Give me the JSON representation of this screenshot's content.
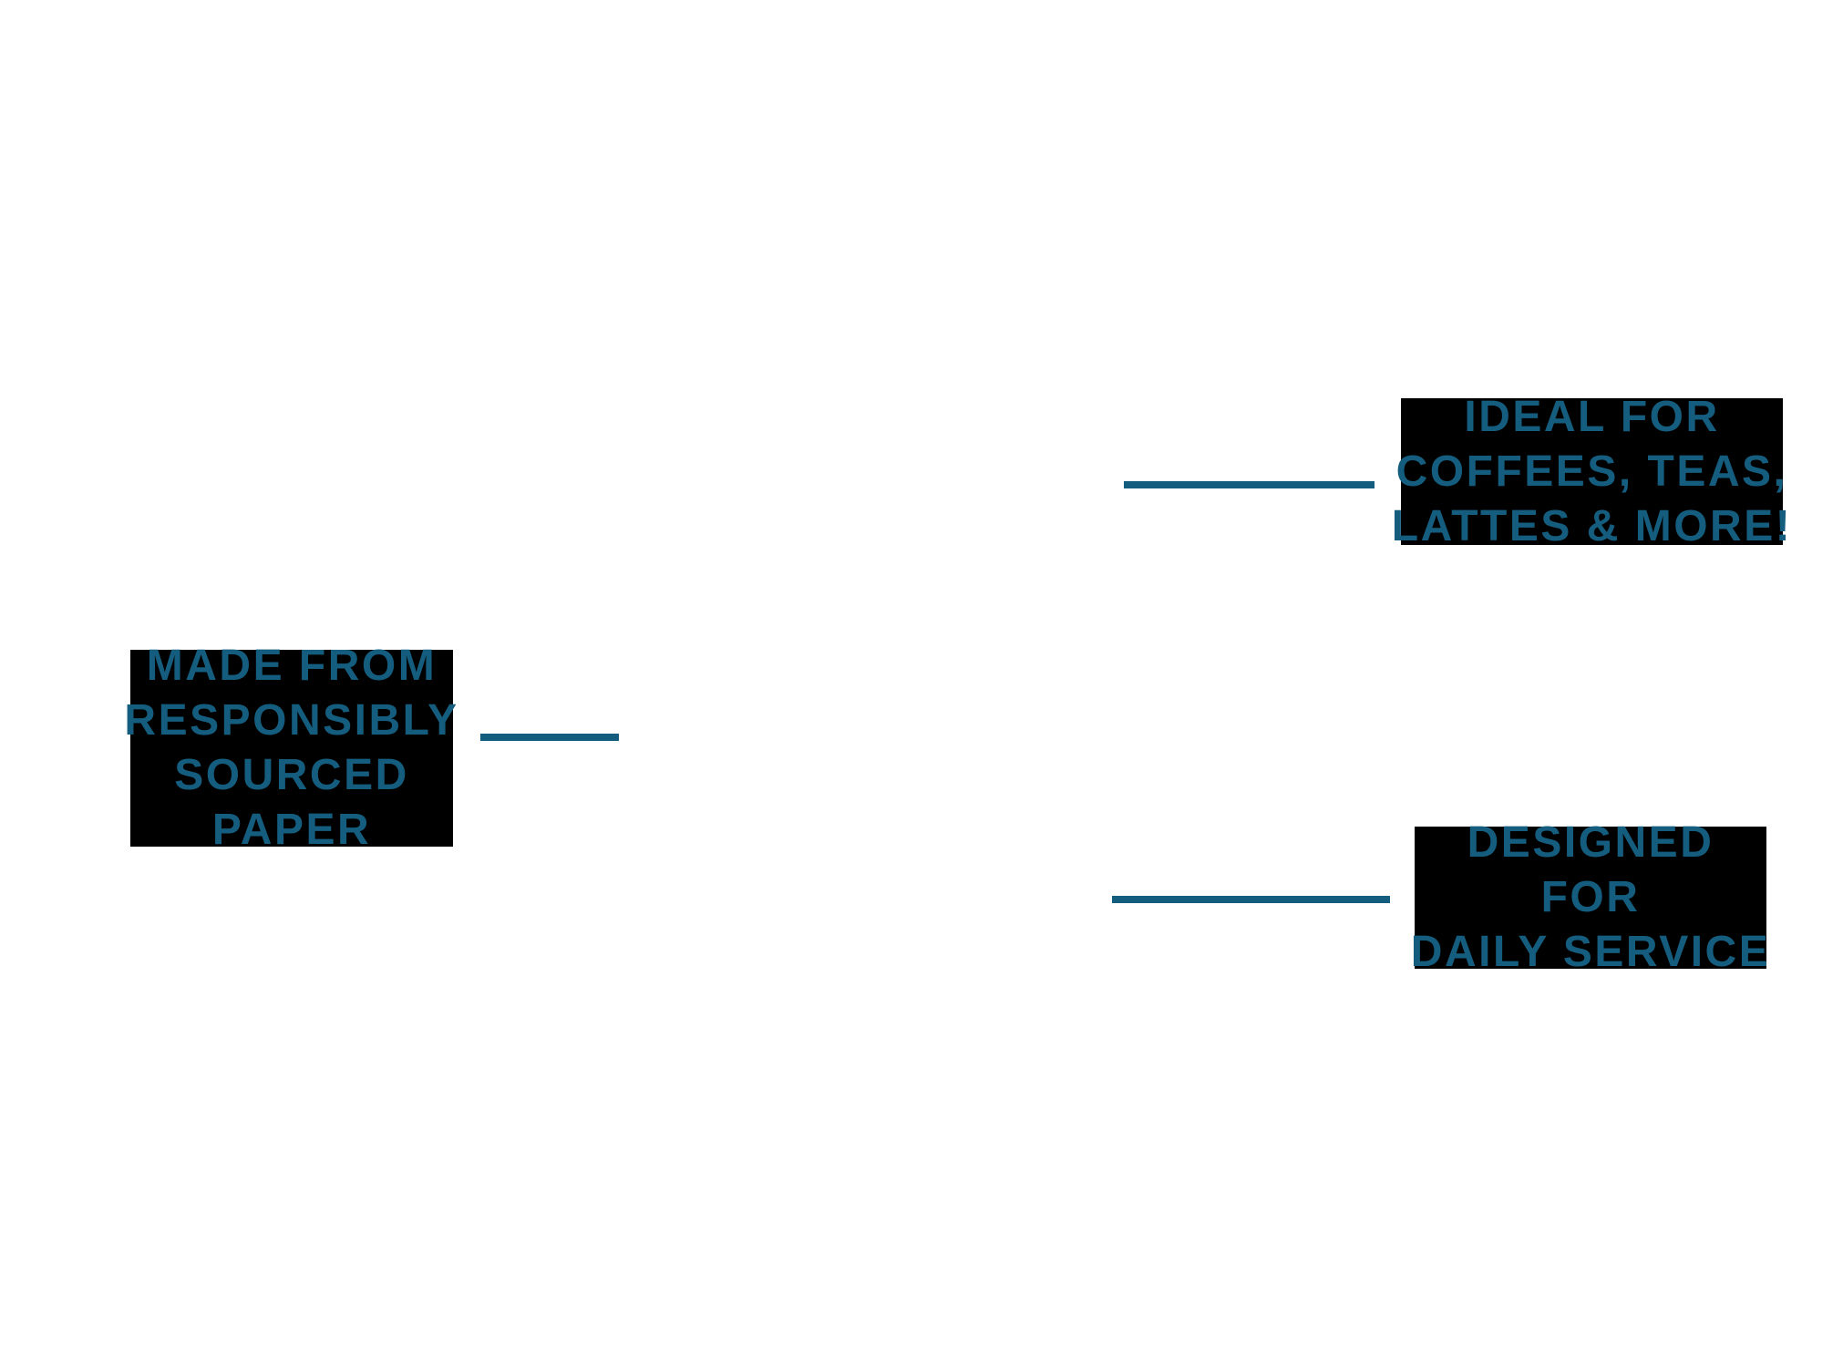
{
  "page": {
    "kind": "product-feature-callout-graphic",
    "background_color": "#ffffff"
  },
  "colors": {
    "accent_teal": "#155d7e",
    "callout_box_background": "#000000"
  },
  "callouts": {
    "made_from": {
      "lines": [
        "MADE FROM",
        "RESPONSIBLY",
        "SOURCED",
        "PAPER"
      ]
    },
    "ideal_for": {
      "lines": [
        "IDEAL FOR",
        "COFFEES, TEAS,",
        "LATTES & MORE!"
      ]
    },
    "designed_for": {
      "lines": [
        "DESIGNED",
        "FOR",
        "DAILY SERVICE"
      ]
    }
  }
}
